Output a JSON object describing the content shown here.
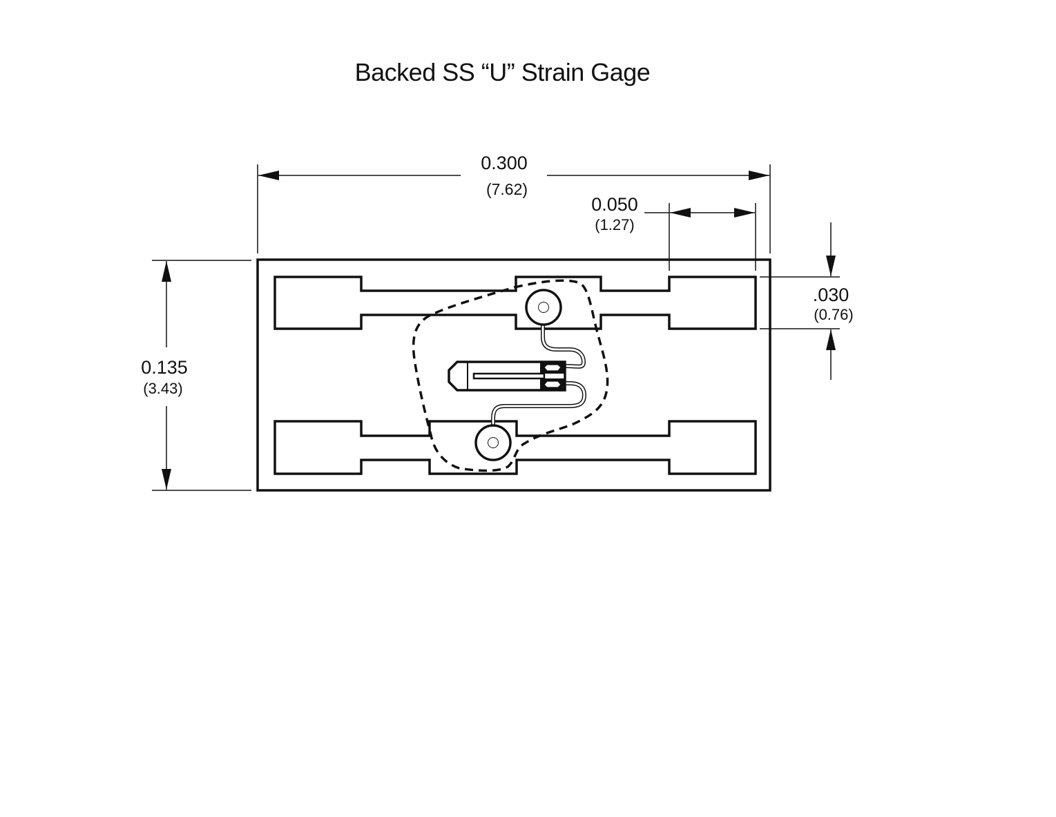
{
  "title": "Backed SS “U” Strain Gage",
  "colors": {
    "line": "#111111",
    "background": "#ffffff"
  },
  "dimensions": {
    "overall_length": {
      "inch": "0.300",
      "mm": "(7.62)"
    },
    "pad_length": {
      "inch": "0.050",
      "mm": "(1.27)"
    },
    "pad_width": {
      "inch": ".030",
      "mm": "(0.76)"
    },
    "overall_width": {
      "inch": "0.135",
      "mm": "(3.43)"
    }
  },
  "components": {
    "backing": "outer-backing-rectangle",
    "pads": [
      "top-left-pad",
      "top-middle-pad",
      "top-right-pad",
      "bottom-left-pad",
      "bottom-middle-pad",
      "bottom-right-pad"
    ],
    "terminals": [
      "top-solder-dot",
      "bottom-solder-dot"
    ],
    "gage": "u-strain-gage-element",
    "leads": [
      "upper-lead-wire",
      "lower-lead-wire"
    ],
    "encapsulation": "dashed-encapsulation-outline"
  }
}
